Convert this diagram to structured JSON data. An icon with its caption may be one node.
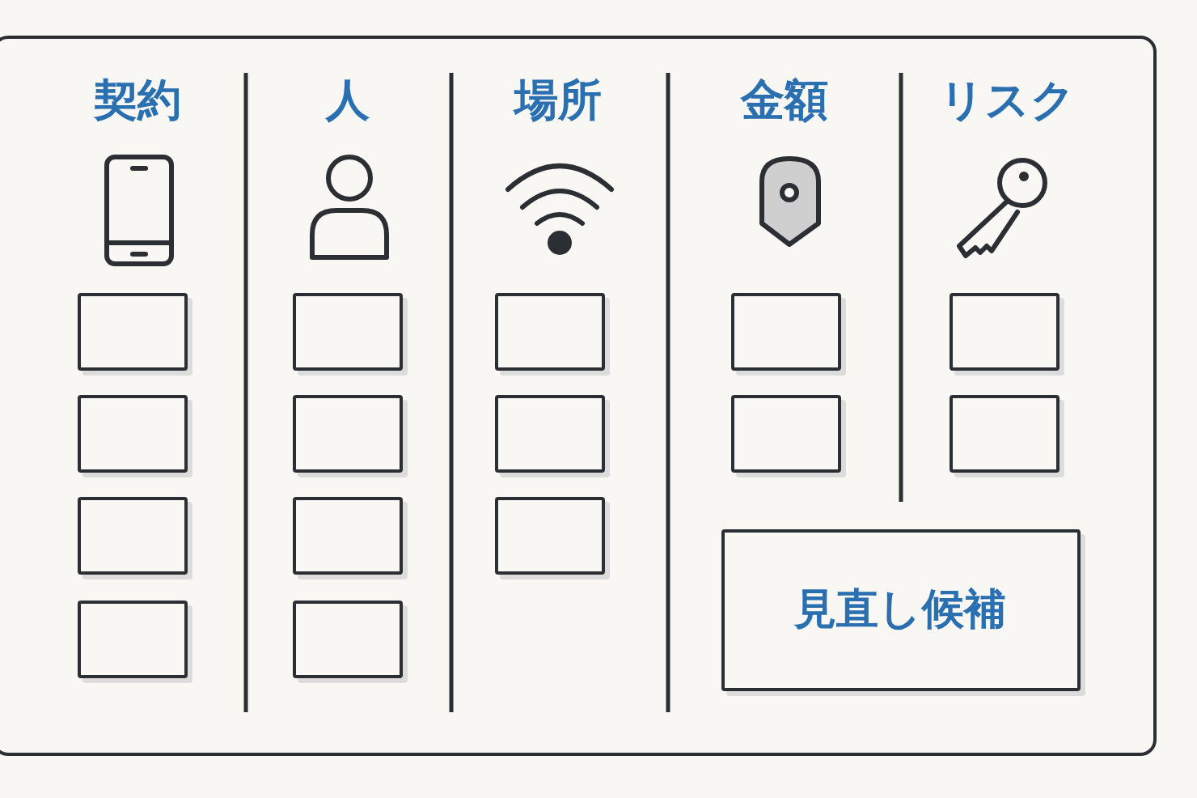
{
  "diagram": {
    "nodes": [
      {
        "text": [],
        "shape": "box"
      },
      {
        "text": [],
        "shape": "box",
        "in": 0
      },
      {
        "text": [],
        "shape": "box",
        "in": 0
      },
      {
        "text": [],
        "shape": "box",
        "in": 0
      },
      {
        "text": [],
        "shape": "box",
        "in": 0
      },
      {
        "text": [],
        "shape": "box",
        "in": 0
      },
      {
        "text": [],
        "shape": "box",
        "in": 0
      },
      {
        "text": [],
        "shape": "box",
        "in": 0
      },
      {
        "text": [],
        "shape": "box",
        "in": 0
      },
      {
        "text": [],
        "shape": "box",
        "in": 0
      },
      {
        "text": [],
        "shape": "box",
        "in": 0
      },
      {
        "text": [],
        "shape": "box",
        "in": 0
      },
      {
        "text": [],
        "shape": "box",
        "in": 0
      },
      {
        "text": [],
        "shape": "box",
        "in": 0
      },
      {
        "text": [],
        "shape": "box",
        "in": 0
      },
      {
        "text": [],
        "shape": "box",
        "in": 0
      },
      {
        "text": [
          "見直し候補"
        ],
        "in": 0
      }
    ],
    "labels": [
      "契約",
      "人",
      "場所",
      "金額",
      "リスク"
    ]
  }
}
